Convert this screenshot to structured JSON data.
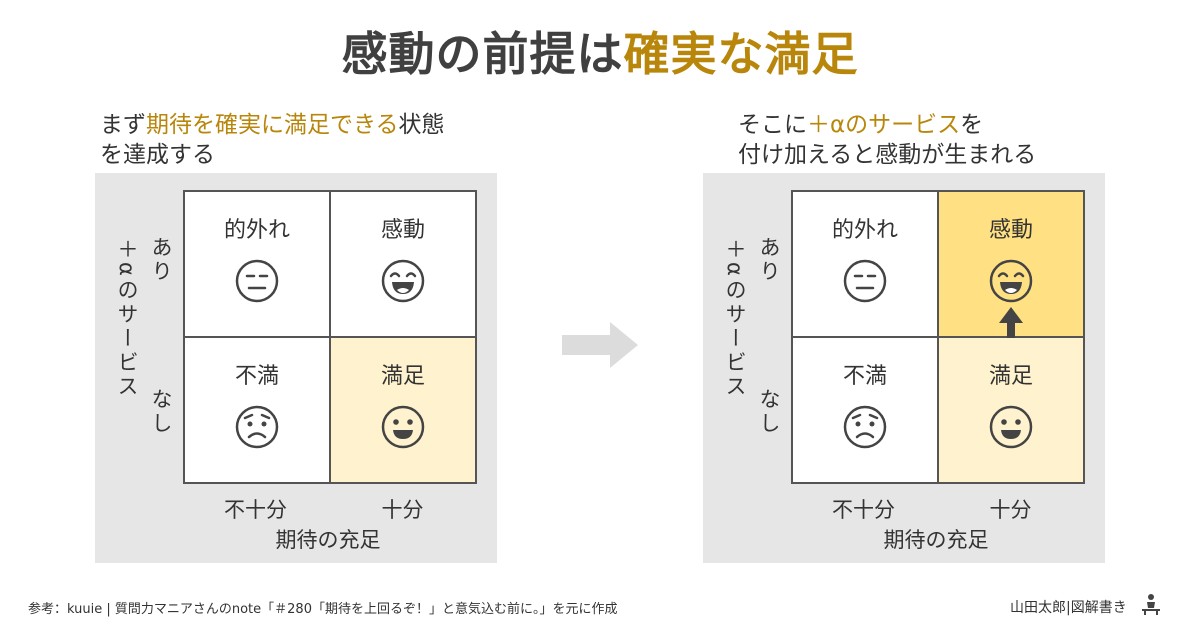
{
  "title": {
    "part1": "感動の前提は",
    "part2": "確実な満足"
  },
  "left": {
    "caption": {
      "a": "まず",
      "b": "期待を確実に満足できる",
      "c": "状態",
      "line2": "を達成する"
    },
    "y_title": "＋αのサービス",
    "y_top": "あり",
    "y_bottom": "なし",
    "cells": {
      "tl": "的外れ",
      "tr": "感動",
      "bl": "不満",
      "br": "満足"
    },
    "x_left": "不十分",
    "x_right": "十分",
    "x_title": "期待の充足"
  },
  "right": {
    "caption": {
      "a": "そこに",
      "b": "＋αのサービス",
      "c": "を",
      "line2": "付け加えると感動が生まれる"
    },
    "y_title": "＋αのサービス",
    "y_top": "あり",
    "y_bottom": "なし",
    "cells": {
      "tl": "的外れ",
      "tr": "感動",
      "bl": "不満",
      "br": "満足"
    },
    "x_left": "不十分",
    "x_right": "十分",
    "x_title": "期待の充足"
  },
  "footer": {
    "source": "参考：kuuie | 質問力マニアさんのnote「＃280「期待を上回るぞ！」と意気込む前に。」を元に作成"
  },
  "signature": {
    "text": "山田太郎|図解書き"
  },
  "colors": {
    "accent": "#b8860b",
    "pale": "#fff3cf",
    "gold": "#ffe083",
    "panel": "#e6e6e6"
  }
}
